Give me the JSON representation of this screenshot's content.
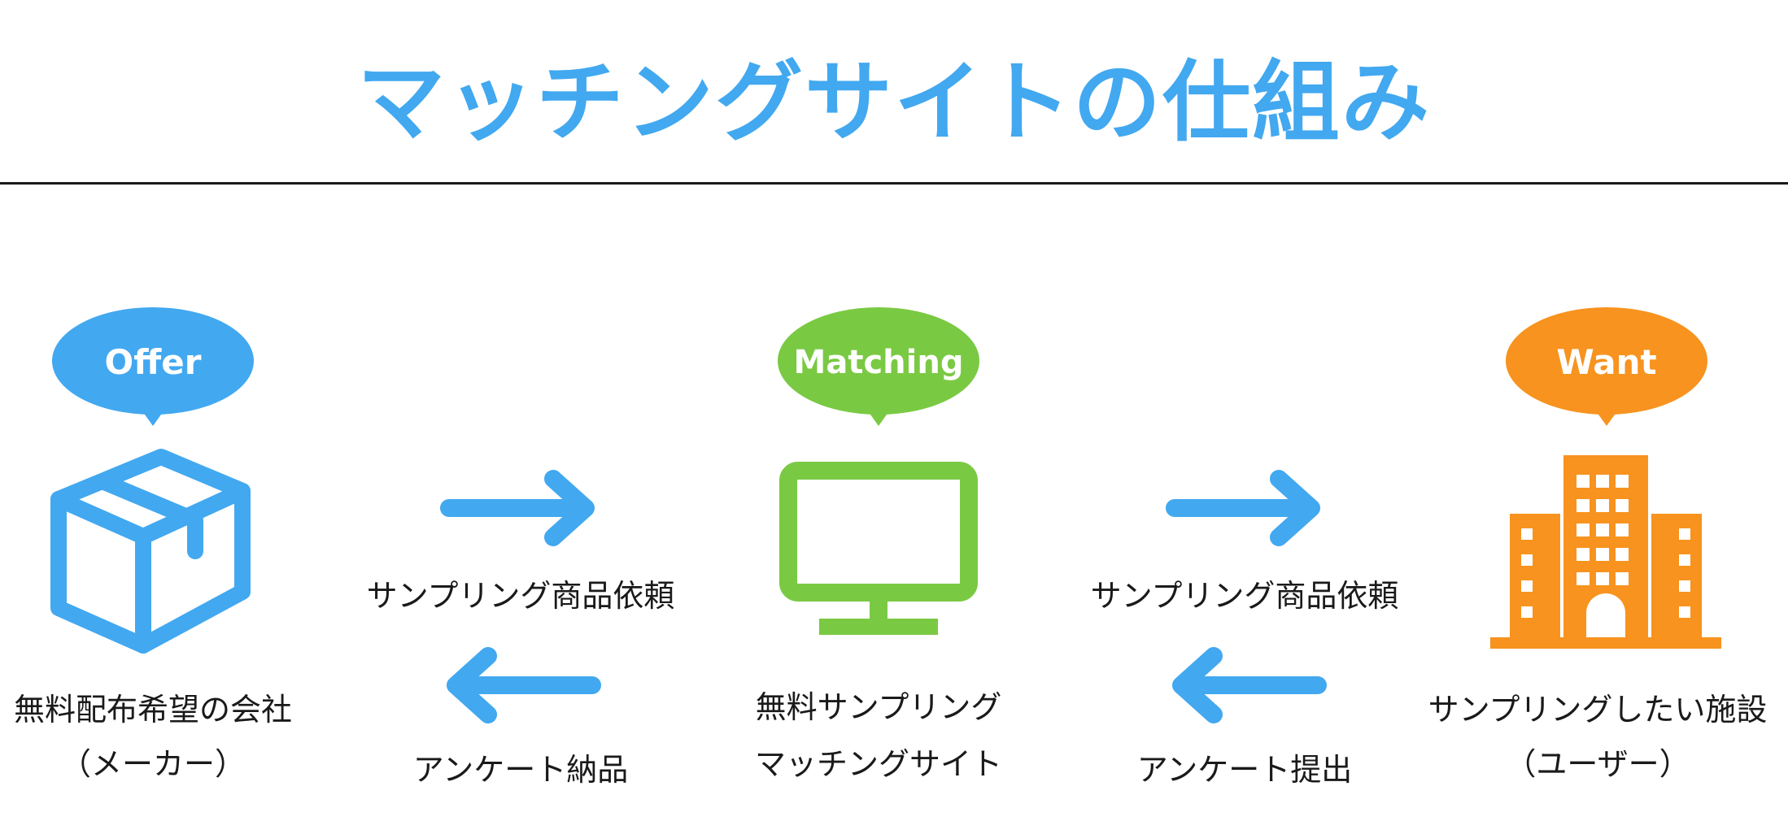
{
  "title": "マッチングサイトの仕組み",
  "colors": {
    "offer": "#42a8f0",
    "matching": "#7ac943",
    "want": "#f7931e",
    "text": "#1a1a1a",
    "rule": "#1a1a1a"
  },
  "nodes": {
    "offer": {
      "badge": "Offer",
      "icon": "box-icon",
      "label_line1": "無料配布希望の会社",
      "label_line2": "（メーカー）"
    },
    "matching": {
      "badge": "Matching",
      "icon": "monitor-icon",
      "label_line1": "無料サンプリング",
      "label_line2": "マッチングサイト"
    },
    "want": {
      "badge": "Want",
      "icon": "building-icon",
      "label_line1": "サンプリングしたい施設",
      "label_line2": "（ユーザー）"
    }
  },
  "flows": {
    "left": {
      "request_label": "サンプリング商品依頼",
      "return_label": "アンケート納品"
    },
    "right": {
      "request_label": "サンプリング商品依頼",
      "return_label": "アンケート提出"
    }
  }
}
